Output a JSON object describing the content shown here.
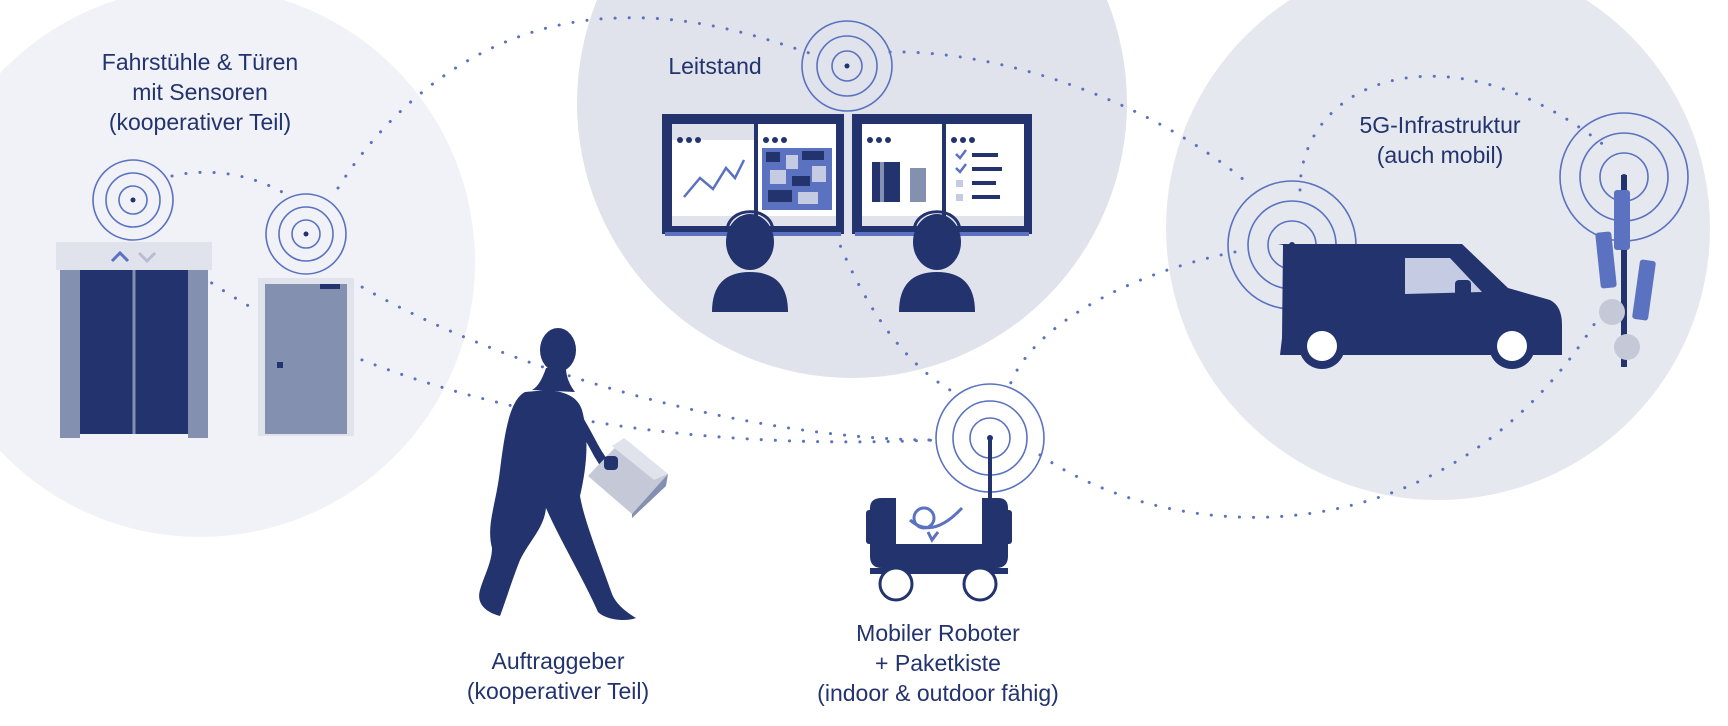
{
  "labels": {
    "elevators": [
      "Fahrstühle & Türen",
      "mit Sensoren",
      "(kooperativer Teil)"
    ],
    "control_center": "Leitstand",
    "infrastructure": [
      "5G-Infrastruktur",
      "(auch mobil)"
    ],
    "client": [
      "Auftraggeber",
      "(kooperativer Teil)"
    ],
    "robot": [
      "Mobiler Roboter",
      "+ Paketkiste",
      "(indoor & outdoor fähig)"
    ]
  },
  "colors": {
    "navy": "#22336e",
    "signal_blue": "#5a72bf",
    "circle_light": "#f1f2f7",
    "circle_mid": "#e0e3ec",
    "door_gray": "#8390b0",
    "package_gray": "#c5c8d6"
  }
}
